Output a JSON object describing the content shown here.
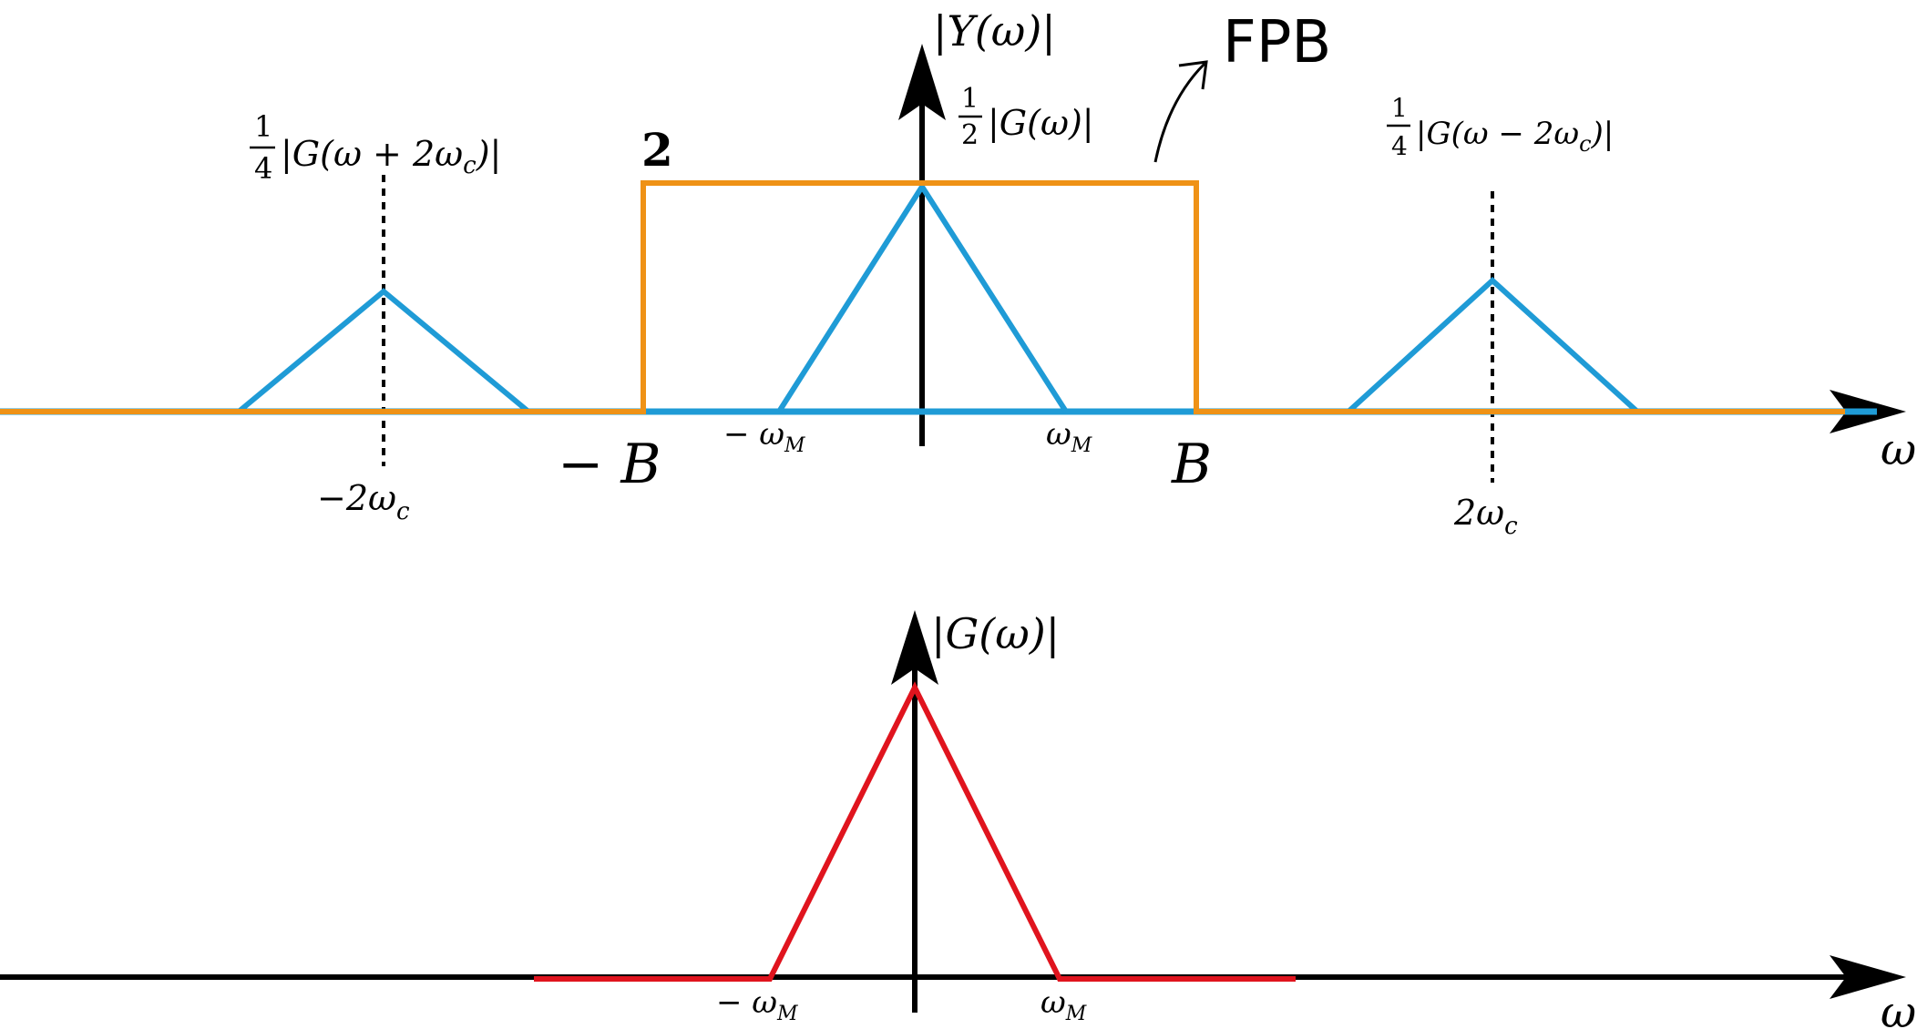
{
  "colors": {
    "axis": "#000000",
    "spectrum_y": "#1f9bd6",
    "filter": "#ef9216",
    "spectrum_g": "#e0141e"
  },
  "top": {
    "y_label": "|Y(ω)|",
    "x_label": "ω",
    "filter_label": "FPB",
    "filter_height_label": "2",
    "center_label": "|G(ω)|",
    "center_frac": {
      "num": "1",
      "den": "2"
    },
    "left_label": "|G(ω + 2ω",
    "left_sub": "c",
    "left_close": ")|",
    "left_frac": {
      "num": "1",
      "den": "4"
    },
    "right_label": "|G(ω − 2ω",
    "right_sub": "c",
    "right_close": ")|",
    "right_frac": {
      "num": "1",
      "den": "4"
    },
    "tick_minus_B": "− B",
    "tick_B": "B",
    "tick_minus_wM": "− ω",
    "tick_minus_wM_sub": "M",
    "tick_wM": "ω",
    "tick_wM_sub": "M",
    "tick_minus_2wc": "−2ω",
    "tick_minus_2wc_sub": "c",
    "tick_2wc": "2ω",
    "tick_2wc_sub": "c"
  },
  "bottom": {
    "y_label": "|G(ω)|",
    "x_label": "ω",
    "tick_minus_wM": "− ω",
    "tick_minus_wM_sub": "M",
    "tick_wM": "ω",
    "tick_wM_sub": "M"
  }
}
